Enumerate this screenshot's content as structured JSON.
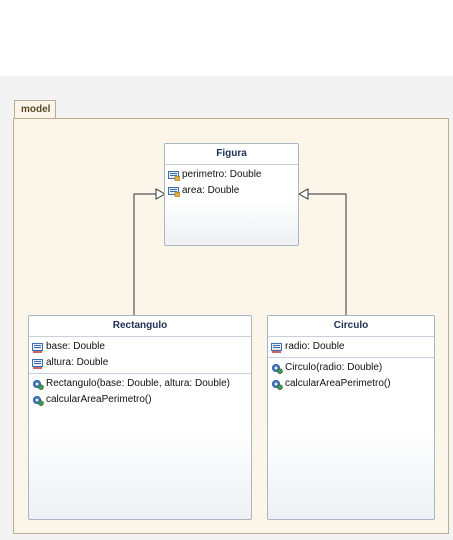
{
  "package": {
    "name": "model"
  },
  "classes": {
    "figura": {
      "name": "Figura",
      "attributes": [
        "perimetro: Double",
        "area: Double"
      ]
    },
    "rectangulo": {
      "name": "Rectangulo",
      "attributes": [
        "base: Double",
        "altura: Double"
      ],
      "methods": [
        "Rectangulo(base: Double, altura: Double)",
        "calcularAreaPerimetro()"
      ]
    },
    "circulo": {
      "name": "Circulo",
      "attributes": [
        "radio: Double"
      ],
      "methods": [
        "Circulo(radio: Double)",
        "calcularAreaPerimetro()"
      ]
    }
  },
  "relations": [
    {
      "type": "generalization",
      "from": "Rectangulo",
      "to": "Figura"
    },
    {
      "type": "generalization",
      "from": "Circulo",
      "to": "Figura"
    }
  ]
}
